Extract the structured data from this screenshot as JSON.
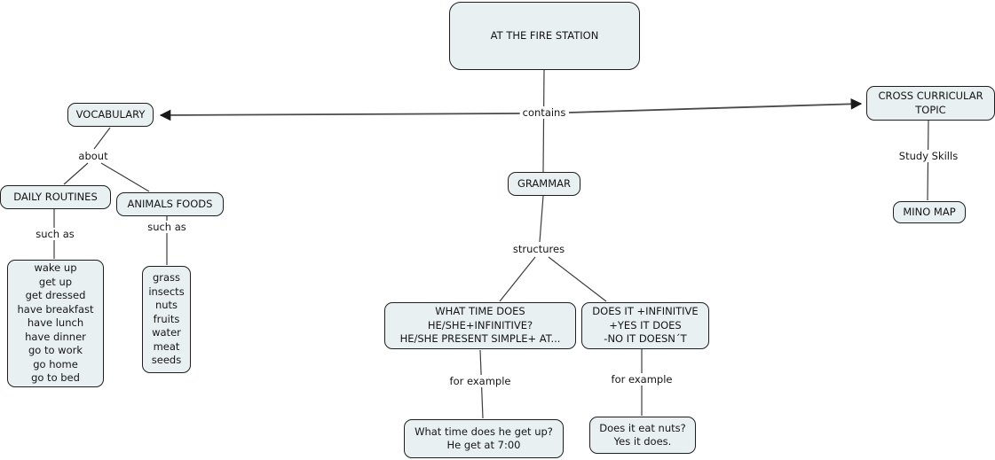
{
  "diagram": {
    "type": "concept-map",
    "title": "AT THE FIRE STATION",
    "colors": {
      "background": "#ffffff",
      "node_fill": "#e9f0f2",
      "node_border": "#1f1f1f",
      "line": "#3d3d3d",
      "arrow": "#4a4a4a",
      "text": "#151515"
    },
    "nodes": {
      "fire_station": "AT THE FIRE STATION",
      "vocabulary": "VOCABULARY",
      "cross_curricular": "CROSS CURRICULAR\nTOPIC",
      "grammar": "GRAMMAR",
      "daily_routines": "DAILY ROUTINES",
      "animals_foods": "ANIMALS FOODS",
      "daily_routines_examples": "wake up\nget up\nget dressed\nhave breakfast\nhave lunch\nhave dinner\ngo to work\ngo home\ngo to bed",
      "animals_foods_examples": "grass\ninsects\nnuts\nfruits\nwater\nmeat\nseeds",
      "what_time_structure": "WHAT TIME DOES\nHE/SHE+INFINITIVE?\nHE/SHE PRESENT SIMPLE+ AT...",
      "does_it_structure": "DOES IT +INFINITIVE\n+YES IT DOES\n-NO IT DOESN´T",
      "example_what_time": "What time does he get up?\nHe get at 7:00",
      "example_does_it": "Does it eat nuts?\nYes it does.",
      "mino_map": "MINO MAP"
    },
    "links": {
      "contains": "contains",
      "about": "about",
      "such_as_left": "such as",
      "such_as_right": "such as",
      "structures": "structures",
      "for_example_left": "for example",
      "for_example_right": "for example",
      "study_skills": "Study Skills"
    }
  }
}
